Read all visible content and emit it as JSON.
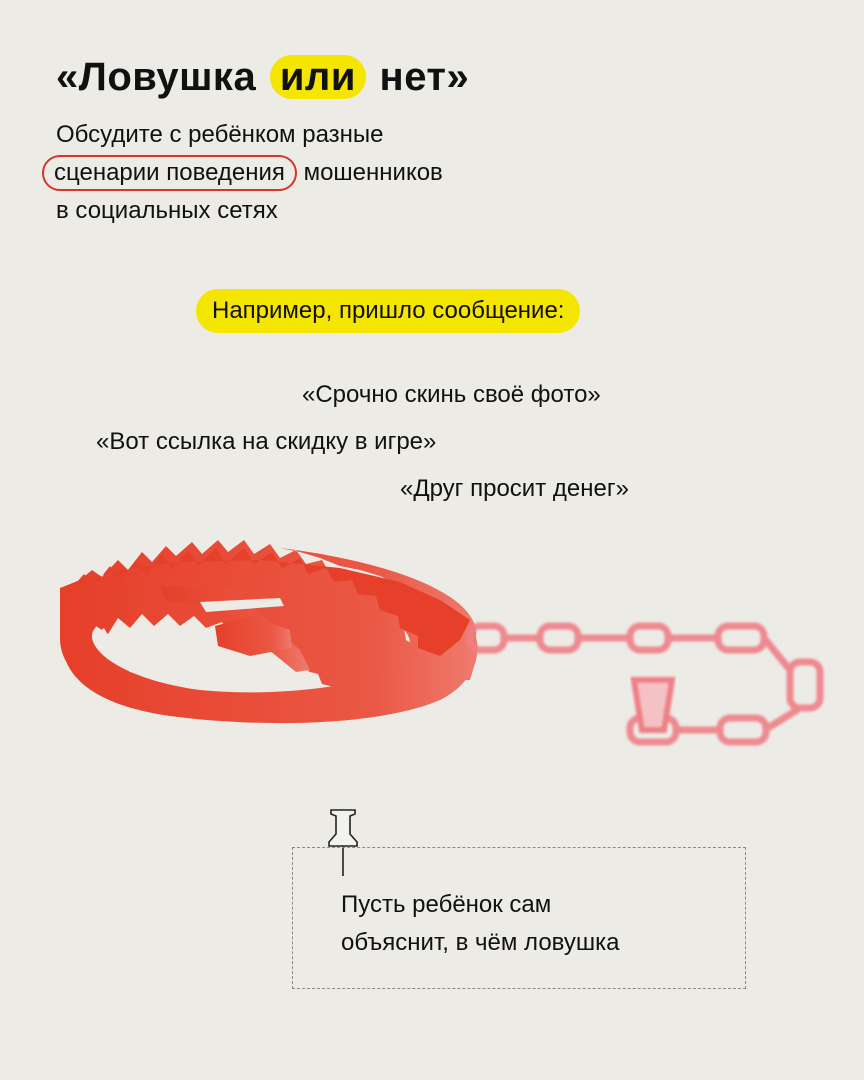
{
  "title": {
    "before": "«Ловушка",
    "highlight": "или",
    "after": "нет»"
  },
  "subtitle": {
    "line1": "Обсудите с ребёнком разные",
    "circled": "сценарии поведения",
    "line2_rest": "мошенников",
    "line3": "в социальных сетях"
  },
  "example_label": "Например, пришло сообщение:",
  "quotes": [
    "«Срочно скинь своё фото»",
    "«Вот ссылка на скидку в игре»",
    "«Друг просит денег»"
  ],
  "note": {
    "line1": "Пусть ребёнок сам",
    "line2": "объяснит, в чём ловушка"
  },
  "colors": {
    "background": "#ecebe6",
    "highlight": "#f4e600",
    "accent_red": "#e8412c",
    "chain_pink": "#f08a92"
  }
}
